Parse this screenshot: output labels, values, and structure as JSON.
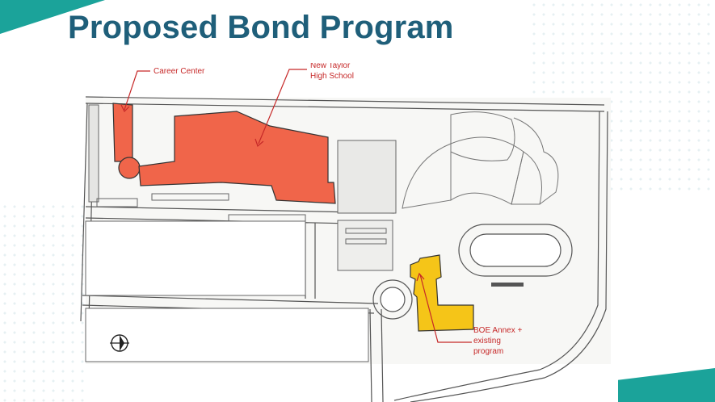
{
  "slide": {
    "title": "Proposed Bond Program"
  },
  "map": {
    "labels": {
      "career_center": "Career Center",
      "new_taylor_line1": "New Taylor",
      "new_taylor_line2": "High School",
      "boe_line1": "BOE Annex +",
      "boe_line2": "existing",
      "boe_line3": "program"
    },
    "colors": {
      "proposed_building": "#f0654a",
      "existing_program": "#f5c518",
      "annotation": "#c62828",
      "accent": "#1ba39a",
      "title": "#1f5f7a"
    }
  }
}
